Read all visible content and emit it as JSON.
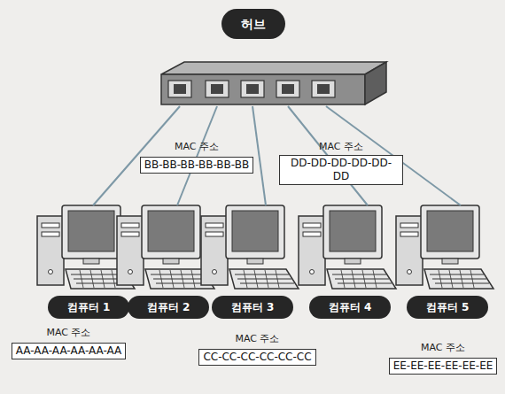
{
  "diagram": {
    "nodes": [
      {
        "text": [
          "허브"
        ]
      },
      {
        "text": [
          "MAC 주소",
          "BB-BB-BB-BB-BB-BB"
        ]
      },
      {
        "text": [
          "MAC 주소",
          "DD-DD-DD-DD-DD-DD"
        ]
      },
      {
        "text": [
          "컴퓨터 1"
        ]
      },
      {
        "text": [
          "컴퓨터 2"
        ]
      },
      {
        "text": [
          "컴퓨터 3"
        ]
      },
      {
        "text": [
          "컴퓨터 4"
        ]
      },
      {
        "text": [
          "컴퓨터 5"
        ]
      },
      {
        "text": [
          "MAC 주소",
          "AA-AA-AA-AA-AA-AA"
        ]
      },
      {
        "text": [
          "MAC 주소",
          "CC-CC-CC-CC-CC-CC"
        ]
      },
      {
        "text": [
          "MAC 주소",
          "EE-EE-EE-EE-EE-EE"
        ]
      }
    ],
    "edges": [
      {
        "from": 0,
        "to": 3,
        "arrow": "none"
      },
      {
        "from": 0,
        "to": 4,
        "arrow": "none"
      },
      {
        "from": 0,
        "to": 5,
        "arrow": "none"
      },
      {
        "from": 0,
        "to": 6,
        "arrow": "none"
      },
      {
        "from": 0,
        "to": 7,
        "arrow": "none"
      }
    ]
  }
}
